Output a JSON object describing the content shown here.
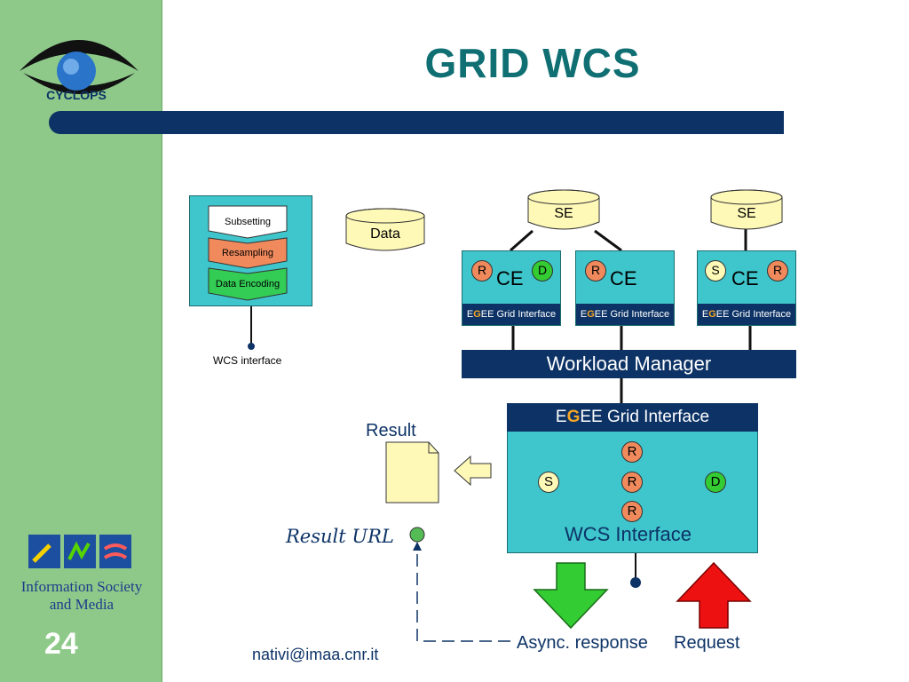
{
  "slide": {
    "title": "GRID WCS",
    "number": "24",
    "footer_email": "nativi@imaa.cnr.it",
    "logo_text": "CYCLOPS",
    "ist_logo_line1": "Information Society",
    "ist_logo_line2": "and Media"
  },
  "left_panel": {
    "steps": [
      "Subsetting",
      "Resampling",
      "Data Encoding"
    ],
    "data_label": "Data",
    "interface_label": "WCS interface"
  },
  "grid": {
    "se_label": "SE",
    "ce_label": "CE",
    "ce_nodes": [
      {
        "left": "R",
        "right": "D"
      },
      {
        "left": "R",
        "right": ""
      },
      {
        "left": "S",
        "right": "R"
      }
    ],
    "egee_interface_small": "Grid Interface",
    "egee_prefix_e": "E",
    "egee_prefix_g": "G",
    "egee_suffix": "EE",
    "workload_manager": "Workload Manager",
    "egee_interface_big": "Grid Interface"
  },
  "wcs": {
    "title": "WCS Interface",
    "nodes": {
      "s": "S",
      "r1": "R",
      "r2": "R",
      "r3": "R",
      "d": "D"
    },
    "result_label": "Result",
    "result_url": "Result URL",
    "async_response": "Async. response",
    "request": "Request"
  },
  "colors": {
    "teal": "#3fc6cc",
    "navy": "#0d3366",
    "sidebar_green": "#8ec98a",
    "title_teal": "#0f6f73",
    "arrow_green": "#33cc33",
    "arrow_red": "#ee1111"
  }
}
